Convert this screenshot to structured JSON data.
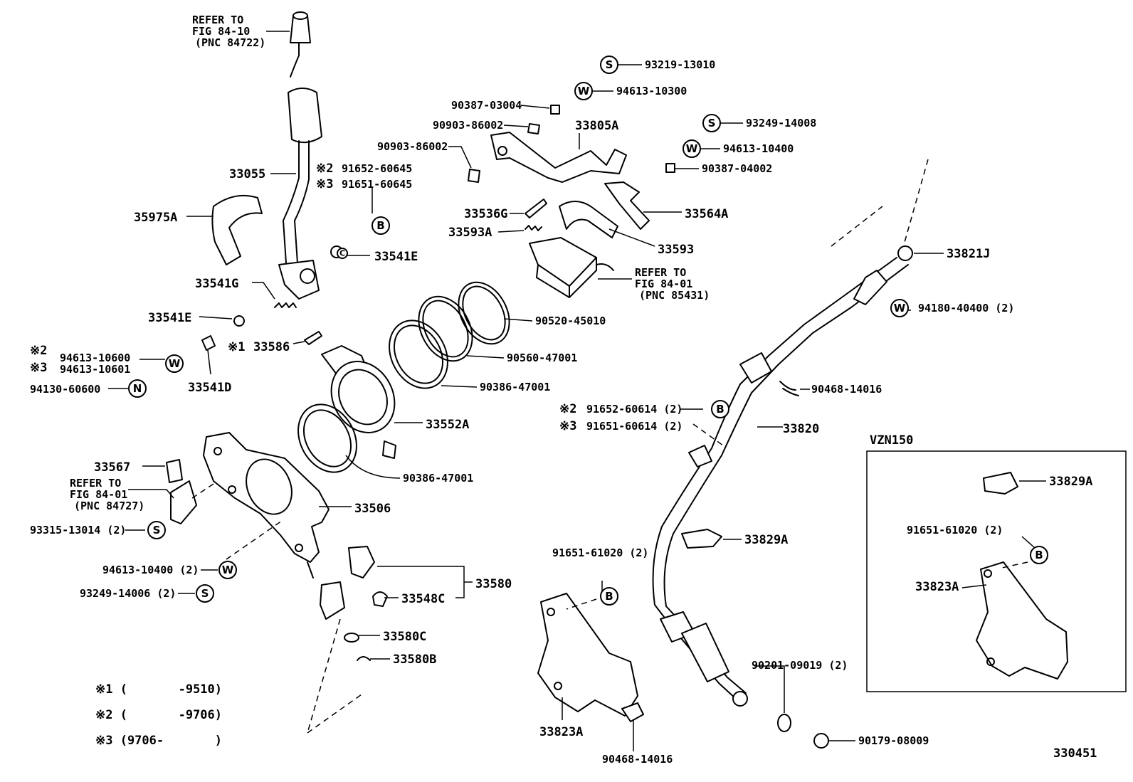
{
  "labels": {
    "refer_8410_1": "REFER TO",
    "refer_8410_2": "FIG 84-10",
    "refer_8410_3": "(PNC 84722)",
    "p33055": "33055",
    "p35975A": "35975A",
    "p33541G": "33541G",
    "p33541E_right": "33541E",
    "p33541E_left": "33541E",
    "p33541D": "33541D",
    "p33586": "33586",
    "n2_91652_60645": "91652-60645",
    "n3_91651_60645": "91651-60645",
    "n2_94613_10600": "94613-10600",
    "n3_94613_10601": "94613-10601",
    "p94130_60600": "94130-60600",
    "p93219_13010": "93219-13010",
    "p94613_10300": "94613-10300",
    "p90387_03004": "90387-03004",
    "p90903_86002_a": "90903-86002",
    "p90903_86002_b": "90903-86002",
    "p33805A": "33805A",
    "p93249_14008": "93249-14008",
    "p94613_10400_top": "94613-10400",
    "p90387_04002": "90387-04002",
    "p33536G": "33536G",
    "p33564A": "33564A",
    "p33593A": "33593A",
    "p33593": "33593",
    "refer_8401a_1": "REFER TO",
    "refer_8401a_2": "FIG 84-01",
    "refer_8401a_3": "(PNC 85431)",
    "p90520_45010": "90520-45010",
    "p90560_47001": "90560-47001",
    "p90386_47001_a": "90386-47001",
    "p33552A": "33552A",
    "p90386_47001_b": "90386-47001",
    "p33567": "33567",
    "refer_8401b_1": "REFER TO",
    "refer_8401b_2": "FIG 84-01",
    "refer_8401b_3": "(PNC 84727)",
    "p33506": "33506",
    "p93315_13014": "93315-13014 (2)",
    "p94613_10400_2": "94613-10400 (2)",
    "p93249_14006": "93249-14006 (2)",
    "p33580": "33580",
    "p33548C": "33548C",
    "p33580C": "33580C",
    "p33580B": "33580B",
    "p33821J": "33821J",
    "p94180_40400": "94180-40400 (2)",
    "p90468_14016_a": "90468-14016",
    "n2_91652_60614": "91652-60614 (2)",
    "n3_91651_60614": "91651-60614 (2)",
    "p33820": "33820",
    "p33829A_mid": "33829A",
    "p91651_61020_mid": "91651-61020 (2)",
    "p33823A_mid": "33823A",
    "p90468_14016_b": "90468-14016",
    "p90201_09019": "90201-09019 (2)",
    "p90179_08009": "90179-08009",
    "vzn150": "VZN150",
    "p33829A_box": "33829A",
    "p91651_61020_box": "91651-61020 (2)",
    "p33823A_box": "33823A",
    "diagram_code": "330451"
  },
  "notes": {
    "mark": "※",
    "n1_num": "1",
    "n2_num": "2",
    "n3_num": "3",
    "legend1": "※1 (       -9510)",
    "legend2": "※2 (       -9706)",
    "legend3": "※3 (9706-       )"
  },
  "symbols": {
    "S": "S",
    "W": "W",
    "B": "B",
    "N": "N",
    "C": "C"
  }
}
